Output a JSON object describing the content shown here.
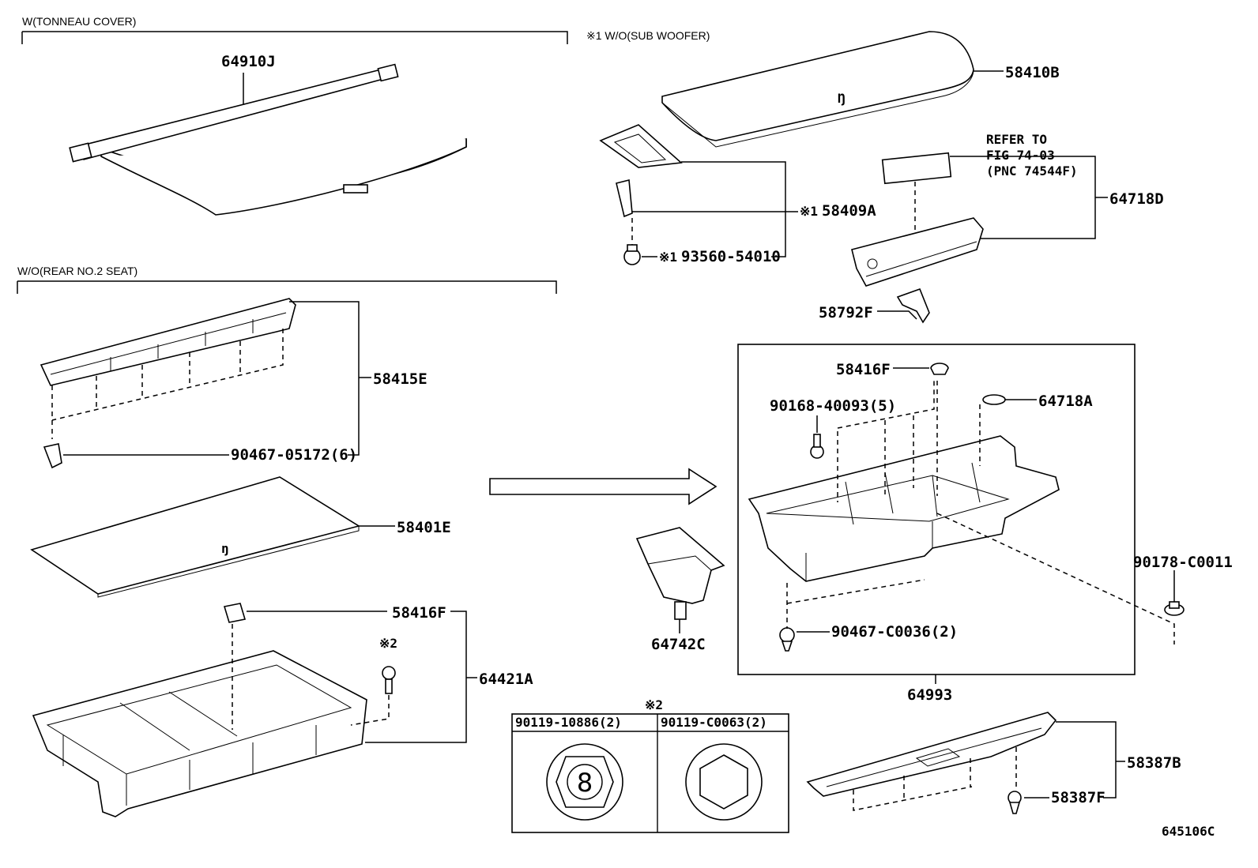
{
  "section_headers": {
    "tonneau": "W(TONNEAU COVER)",
    "rear_seat": "W/O(REAR NO.2 SEAT)",
    "sub_woofer": "※1 W/O(SUB WOOFER)"
  },
  "part_labels": {
    "p64910J": "64910J",
    "p58410B": "58410B",
    "p58409A": "58409A",
    "p58409A_mark": "※1",
    "p93560_mark": "※1",
    "p93560": "93560-54010",
    "p64718D": "64718D",
    "p58792F": "58792F",
    "p58415E": "58415E",
    "p90467_05172": "90467-05172(6)",
    "p58401E": "58401E",
    "p58416F_left": "58416F",
    "p64421A": "64421A",
    "p2_mark": "※2",
    "p58416F_box": "58416F",
    "p90168": "90168-40093(5)",
    "p64718A": "64718A",
    "p90178": "90178-C0011",
    "p90467_C0036": "90467-C0036(2)",
    "p64993": "64993",
    "p64742C": "64742C",
    "p58387B": "58387B",
    "p58387F": "58387F"
  },
  "refer_note": {
    "line1": "REFER TO",
    "line2": "FIG 74-03",
    "line3": "(PNC 74544F)"
  },
  "bolt_table": {
    "mark": "※2",
    "col1_header": "90119-10886(2)",
    "col2_header": "90119-C0063(2)",
    "col1_symbol": "8"
  },
  "figure_code": "645106C"
}
